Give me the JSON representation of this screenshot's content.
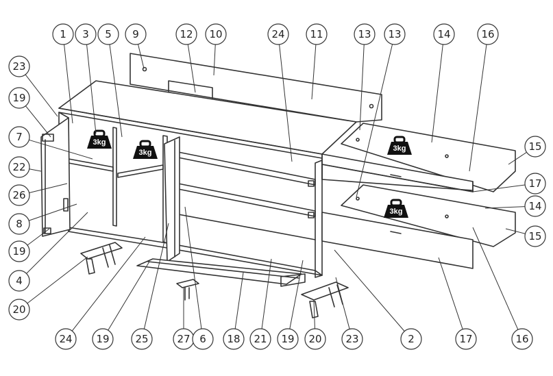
{
  "callouts": {
    "c1": "1",
    "c3": "3",
    "c5": "5",
    "c9": "9",
    "c12": "12",
    "c10": "10",
    "c24_top": "24",
    "c11": "11",
    "c13_a": "13",
    "c13_b": "13",
    "c14_top": "14",
    "c16_top": "16",
    "c23_top": "23",
    "c19_a": "19",
    "c7": "7",
    "c22": "22",
    "c26": "26",
    "c8": "8",
    "c19_b": "19",
    "c4": "4",
    "c20_a": "20",
    "c24_bot": "24",
    "c19_c": "19",
    "c25": "25",
    "c27": "27",
    "c6": "6",
    "c18": "18",
    "c21": "21",
    "c19_d": "19",
    "c20_b": "20",
    "c23_bot": "23",
    "c2": "2",
    "c17_bot": "17",
    "c16_bot": "16",
    "c15_a": "15",
    "c17_mid": "17",
    "c14_mid": "14",
    "c15_b": "15"
  },
  "weights": {
    "w_left": "3kg",
    "w_mid": "3kg",
    "w_drawer_top": "3kg",
    "w_drawer_bot": "3kg"
  }
}
